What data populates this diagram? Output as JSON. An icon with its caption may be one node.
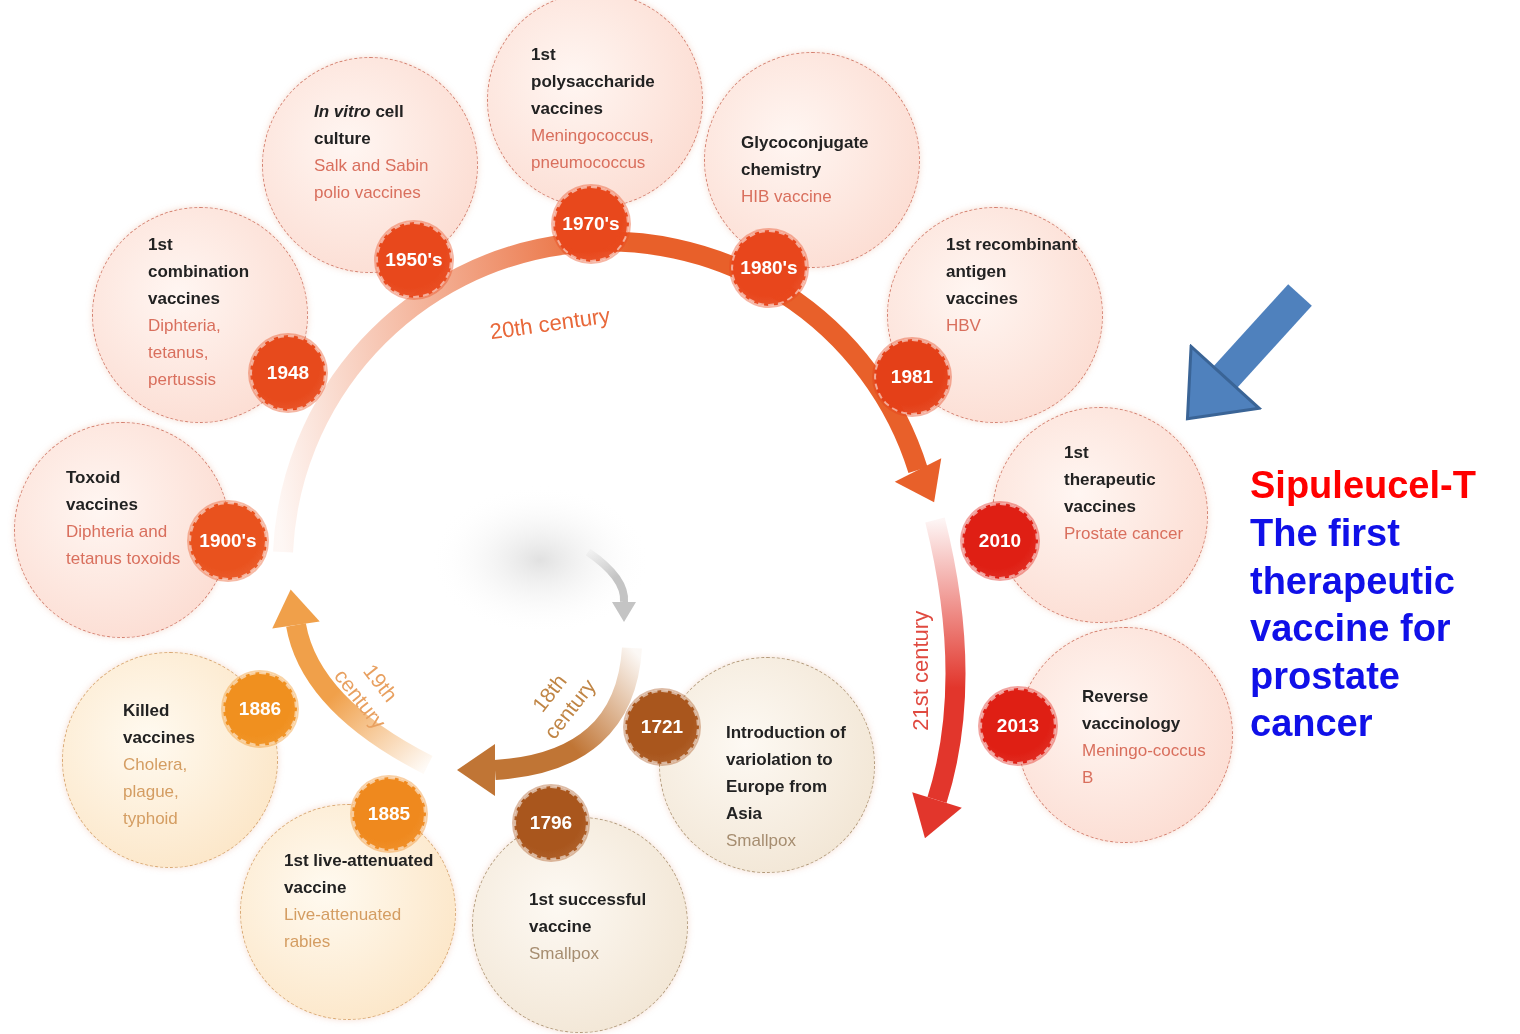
{
  "diagram": {
    "nodes": [
      {
        "text": [
          "Introduction of variolation to Europe from Asia",
          "Smallpox"
        ]
      },
      {
        "text": [
          "1721"
        ]
      },
      {
        "text": [
          "1st successful vaccine",
          "Smallpox"
        ]
      },
      {
        "text": [
          "1796"
        ]
      },
      {
        "text": [
          "1st live-attenuated vaccine",
          "Live-attenuated rabies"
        ]
      },
      {
        "text": [
          "1885"
        ]
      },
      {
        "text": [
          "Killed vaccines",
          "Cholera, plague, typhoid"
        ]
      },
      {
        "text": [
          "1886"
        ]
      },
      {
        "text": [
          "Toxoid vaccines",
          "Diphteria and tetanus toxoids"
        ]
      },
      {
        "text": [
          "1900's"
        ]
      },
      {
        "text": [
          "1st combination vaccines",
          "Diphteria, tetanus, pertussis"
        ]
      },
      {
        "text": [
          "1948"
        ]
      },
      {
        "text": [
          "*In vitro* cell culture",
          "Salk and Sabin polio vaccines"
        ]
      },
      {
        "text": [
          "1950's"
        ]
      },
      {
        "text": [
          "1st polysaccharide vaccines",
          "Meningococcus, pneumococcus"
        ]
      },
      {
        "text": [
          "1970's"
        ]
      },
      {
        "text": [
          "Glycoconjugate chemistry",
          "HIB vaccine"
        ]
      },
      {
        "text": [
          "1980's"
        ]
      },
      {
        "text": [
          "1st recombinant antigen vaccines",
          "HBV"
        ]
      },
      {
        "text": [
          "1981"
        ]
      },
      {
        "text": [
          "1st therapeutic vaccines",
          "Prostate cancer"
        ]
      },
      {
        "text": [
          "2010"
        ]
      },
      {
        "text": [
          "Reverse vaccinology",
          "Meningo-coccus B"
        ]
      },
      {
        "text": [
          "2013"
        ]
      }
    ],
    "edges": [
      {
        "from": null,
        "to": 20,
        "arrow": "to"
      }
    ],
    "labels": [
      "20th century",
      "21st century",
      "19th century",
      "18th century",
      "Sipuleucel-T",
      "The first therapeutic vaccine for prostate cancer"
    ]
  }
}
